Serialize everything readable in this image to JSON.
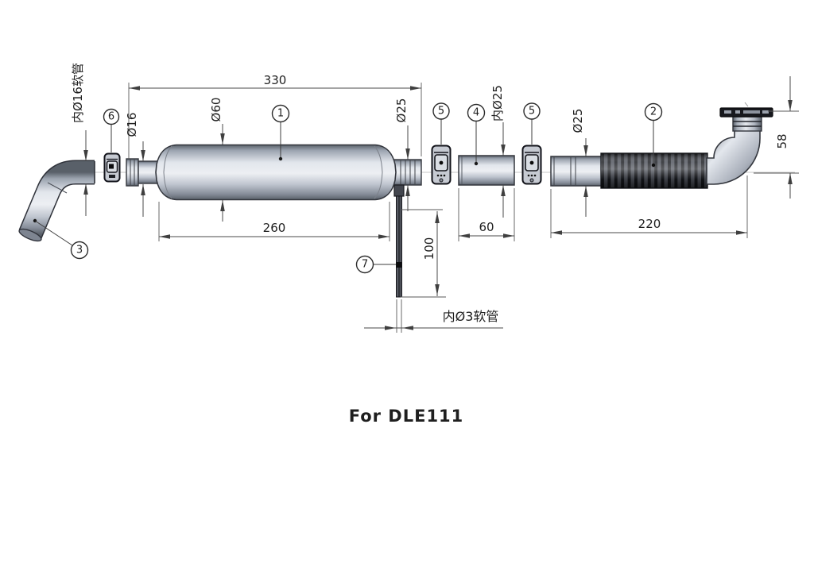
{
  "title": {
    "text": "For DLE111"
  },
  "balloons": {
    "b1": "1",
    "b2": "2",
    "b3": "3",
    "b4": "4",
    "b5a": "5",
    "b5b": "5",
    "b6": "6",
    "b7": "7"
  },
  "dims": {
    "overall_length": "330",
    "body_length": "260",
    "body_diameter": "Ø60",
    "inlet_diameter": "Ø16",
    "inlet_hose_label": "内Ø16软管",
    "outlet_diameter": "Ø25",
    "joint_inner_diameter": "内Ø25",
    "joint_length": "60",
    "flex_diameter": "Ø25",
    "flex_length": "220",
    "elbow_height": "58",
    "drain_length": "100",
    "drain_hose_label": "内Ø3软管"
  }
}
